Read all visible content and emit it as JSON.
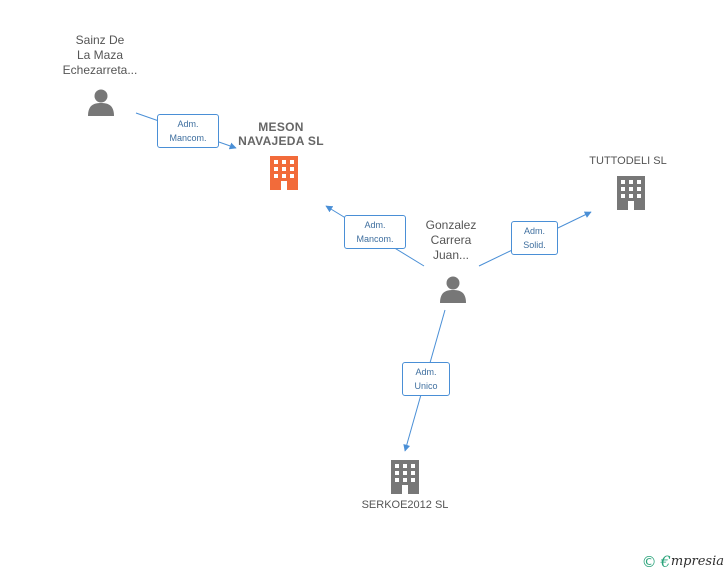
{
  "nodes": {
    "sainz": {
      "label_lines": [
        "Sainz De",
        "La Maza",
        "Echezarreta..."
      ],
      "icon": "person-icon"
    },
    "meson": {
      "label_lines": [
        "MESON",
        "NAVAJEDA SL"
      ],
      "icon": "building-icon",
      "color": "#f26b3a"
    },
    "gonzalez": {
      "label_lines": [
        "Gonzalez",
        "Carrera",
        "Juan..."
      ],
      "icon": "person-icon"
    },
    "tuttodeli": {
      "label_lines": [
        "TUTTODELI SL"
      ],
      "icon": "building-icon",
      "color": "#777777"
    },
    "serkoe": {
      "label_lines": [
        "SERKOE2012 SL"
      ],
      "icon": "building-icon",
      "color": "#777777"
    }
  },
  "edges": {
    "sainz_meson": {
      "lines": [
        "Adm.",
        "Mancom."
      ]
    },
    "gonzalez_meson": {
      "lines": [
        "Adm.",
        "Mancom."
      ]
    },
    "gonzalez_tuttodeli": {
      "lines": [
        "Adm.",
        "Solid."
      ]
    },
    "gonzalez_serkoe": {
      "lines": [
        "Adm.",
        "Unico"
      ]
    }
  },
  "footer": {
    "copyright": "©",
    "brand_initial": "€",
    "brand_rest": "mpresia"
  },
  "colors": {
    "edge": "#4a8fd6",
    "person": "#777777",
    "main_company": "#f26b3a",
    "company": "#777777"
  }
}
